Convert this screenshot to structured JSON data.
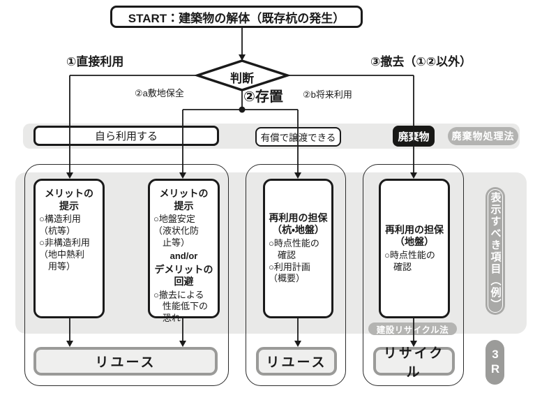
{
  "start": {
    "label": "START：建築物の解体（既存杭の発生）"
  },
  "decision": {
    "label": "判断"
  },
  "branches": {
    "direct_use": "①直接利用",
    "storage": "②存置",
    "site_preservation": "②a敷地保全",
    "future_use": "②b将来利用",
    "removal": "③撤去（①②以外）"
  },
  "band": {
    "self_use": "自ら利用する",
    "paid_transfer": "有償で譲渡できる",
    "waste": "廃棄物",
    "waste_law": "廃棄物処理法"
  },
  "columns": [
    {
      "title": "メリットの\n提示",
      "body": "○構造利用\n（杭等）\n○非構造利用\n（地中熱利\n　用等）"
    },
    {
      "title": "メリットの\n提示",
      "body": "○地盤安定\n（液状化防\n　止等）",
      "connector": "and/or",
      "title2": "デメリットの\n回避",
      "body2": "○撤去による\n　性能低下の\n　恐れ"
    },
    {
      "title": "再利用の担保\n（杭・地盤）",
      "body": "○時点性能の\n　確認\n○利用計画\n（概要）"
    },
    {
      "title": "再利用の担保\n（地盤）",
      "body": "○時点性能の\n　確認"
    }
  ],
  "outputs": {
    "reuse_1": "リユース",
    "reuse_2": "リユース",
    "recycle": "リサイクル",
    "construction_recycling_law": "建設リサイクル法"
  },
  "side": {
    "display_items": "表示すべき項目（例）",
    "three_r": "3R"
  },
  "colors": {
    "line": "#1a1a1a",
    "panel_gray": "#e9e9e8",
    "badge_gray": "#b3b3b1",
    "waste_black": "#181816",
    "output_border_gray": "#9a9a98"
  }
}
